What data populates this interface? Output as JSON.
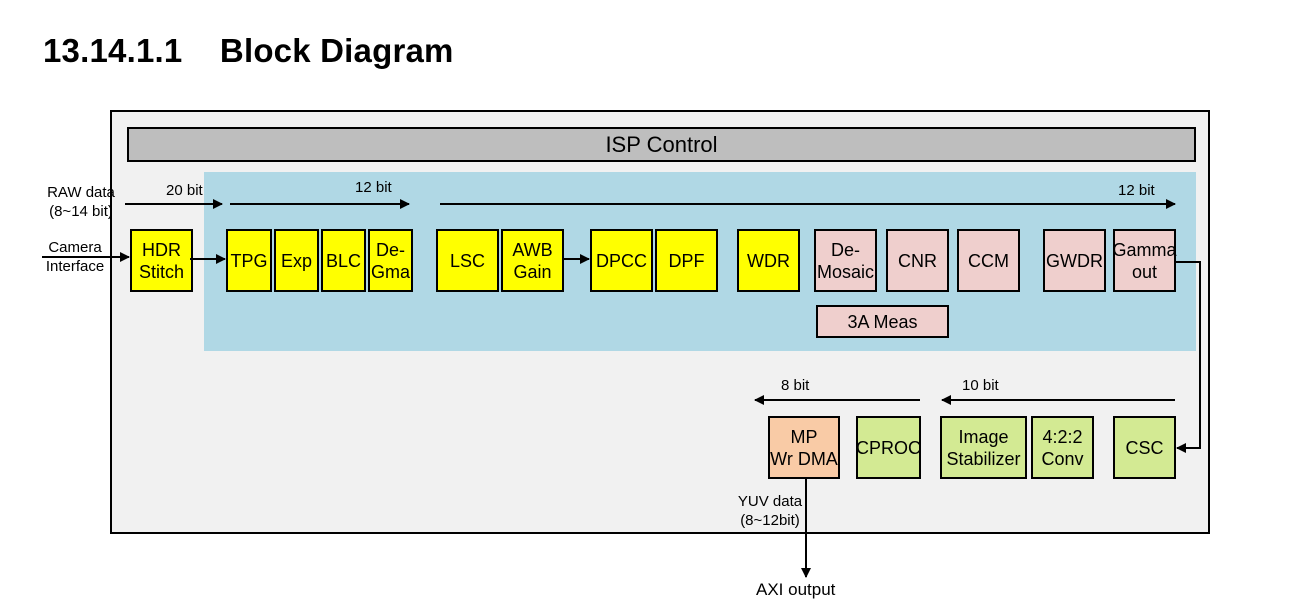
{
  "section": {
    "number": "13.14.1.1",
    "title": "Block Diagram"
  },
  "isp_control": {
    "label": "ISP Control"
  },
  "inputs": {
    "raw_data": "RAW data\n(8~14 bit)",
    "camera_interface": "Camera\nInterface"
  },
  "bus_labels": {
    "hdr_out": "20 bit",
    "front_end": "12 bit",
    "main_pipe": "12 bit",
    "post_csc": "10 bit",
    "output": "8 bit"
  },
  "blocks": {
    "hdr_stitch": "HDR\nStitch",
    "tpg": "TPG",
    "exp": "Exp",
    "blc": "BLC",
    "degma": "De-\nGma",
    "lsc": "LSC",
    "awb_gain": "AWB\nGain",
    "dpcc": "DPCC",
    "dpf": "DPF",
    "wdr": "WDR",
    "demosaic": "De-\nMosaic",
    "cnr": "CNR",
    "ccm": "CCM",
    "gwdr": "GWDR",
    "gamma_out": "Gamma\nout",
    "meas_3a": "3A Meas",
    "csc": "CSC",
    "conv_422": "4:2:2\nConv",
    "image_stabilizer": "Image\nStabilizer",
    "cproc": "CPROC",
    "mp_wr_dma": "MP\nWr DMA"
  },
  "outputs": {
    "yuv_data": "YUV data\n(8~12bit)",
    "axi_output": "AXI output"
  },
  "colors": {
    "frame_bg": "#f1f1f1",
    "isp_control": "#bebebe",
    "pipeline_bg": "#b0d8e5",
    "raw_domain_block": "#ffff00",
    "rgb_domain_block": "#efcfcd",
    "yuv_domain_block": "#d3ea93",
    "dma_block": "#f9cba6"
  }
}
